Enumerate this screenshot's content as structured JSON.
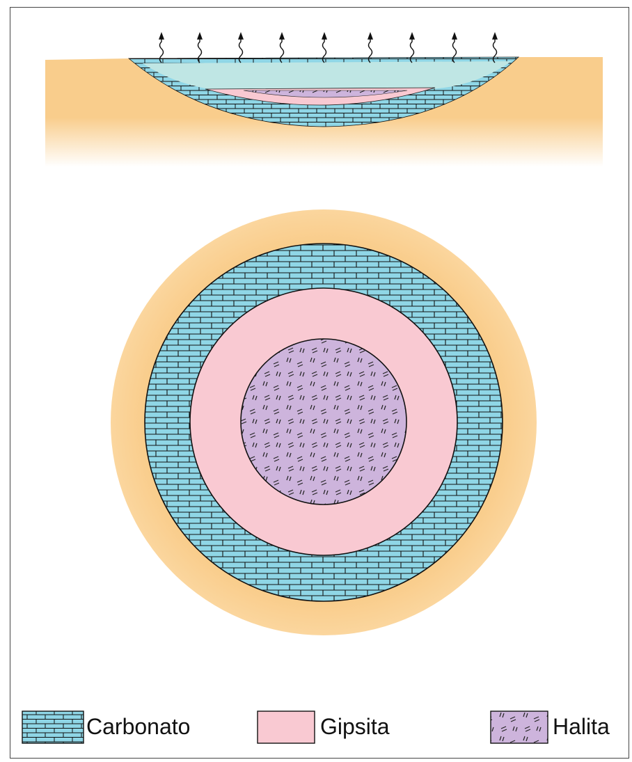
{
  "colors": {
    "sand": "#f9cd8c",
    "water": "#bfe6e4",
    "carbonate": "#8fd6e6",
    "gypsum": "#f9c9d2",
    "halite": "#cdb4dc",
    "outline": "#111111"
  },
  "icons": {
    "evaporation": "evaporation-arrow-icon"
  },
  "legend": [
    {
      "label": "Carbonato",
      "pattern": "bricks"
    },
    {
      "label": "Gipsita",
      "pattern": "solid"
    },
    {
      "label": "Halita",
      "pattern": "dashes"
    }
  ]
}
